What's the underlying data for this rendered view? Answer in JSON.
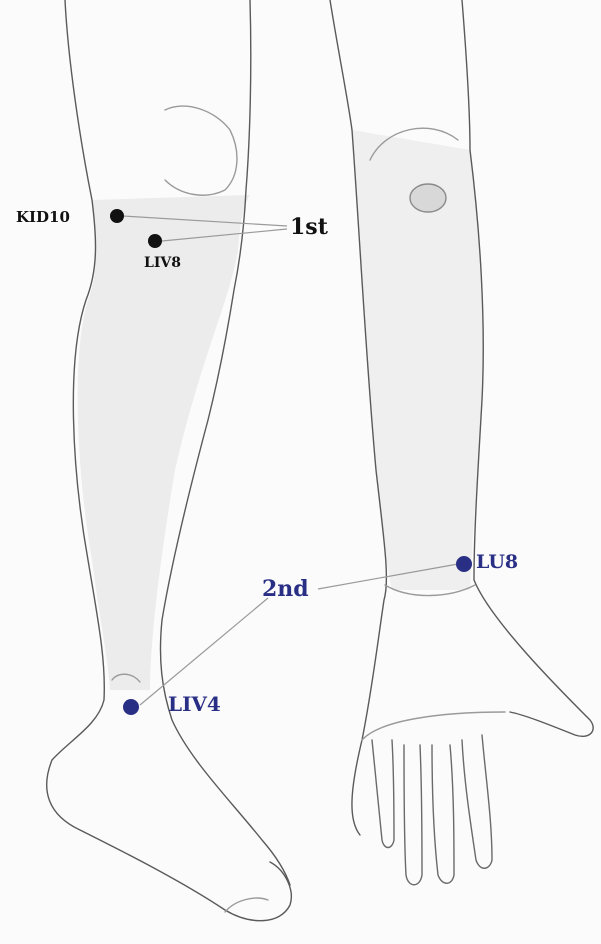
{
  "colors": {
    "background": "#fbfbfb",
    "outline": "#5a5a5a",
    "shade": "#c9c9c9",
    "first_treatment": "#111111",
    "second_treatment": "#2a2f86"
  },
  "groups": {
    "first": {
      "label": "1st"
    },
    "second": {
      "label": "2nd"
    }
  },
  "points": [
    {
      "id": "KID10",
      "label": "KID10",
      "group": "first"
    },
    {
      "id": "LIV8",
      "label": "LIV8",
      "group": "first"
    },
    {
      "id": "LU8",
      "label": "LU8",
      "group": "second"
    },
    {
      "id": "LIV4",
      "label": "LIV4",
      "group": "second"
    }
  ]
}
